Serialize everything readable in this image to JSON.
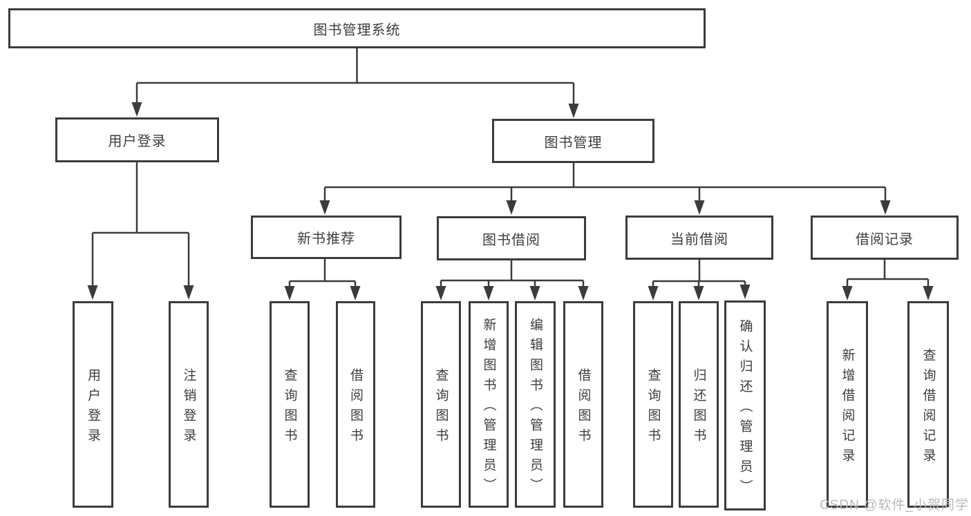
{
  "diagram_type": "hierarchy-flowchart",
  "tree": {
    "label": "图书管理系统",
    "children": [
      {
        "label": "用户登录",
        "children": [
          {
            "label": "用户登录"
          },
          {
            "label": "注销登录"
          }
        ]
      },
      {
        "label": "图书管理",
        "children": [
          {
            "label": "新书推荐",
            "children": [
              {
                "label": "查询图书"
              },
              {
                "label": "借阅图书"
              }
            ]
          },
          {
            "label": "图书借阅",
            "children": [
              {
                "label": "查询图书"
              },
              {
                "label": "新增图书（管理员）"
              },
              {
                "label": "编辑图书（管理员）"
              },
              {
                "label": "借阅图书"
              }
            ]
          },
          {
            "label": "当前借阅",
            "children": [
              {
                "label": "查询图书"
              },
              {
                "label": "归还图书"
              },
              {
                "label": "确认归还（管理员）"
              }
            ]
          },
          {
            "label": "借阅记录",
            "children": [
              {
                "label": "新增借阅记录"
              },
              {
                "label": "查询借阅记录"
              }
            ]
          }
        ]
      }
    ]
  },
  "watermark": {
    "text": "CSDN @软件_小贺同学"
  },
  "colors": {
    "line": "#3b3b3b",
    "text": "#3d3d3d",
    "box_fill": "#ffffff",
    "background": "#ffffff",
    "watermark": "#b9b9b9"
  }
}
